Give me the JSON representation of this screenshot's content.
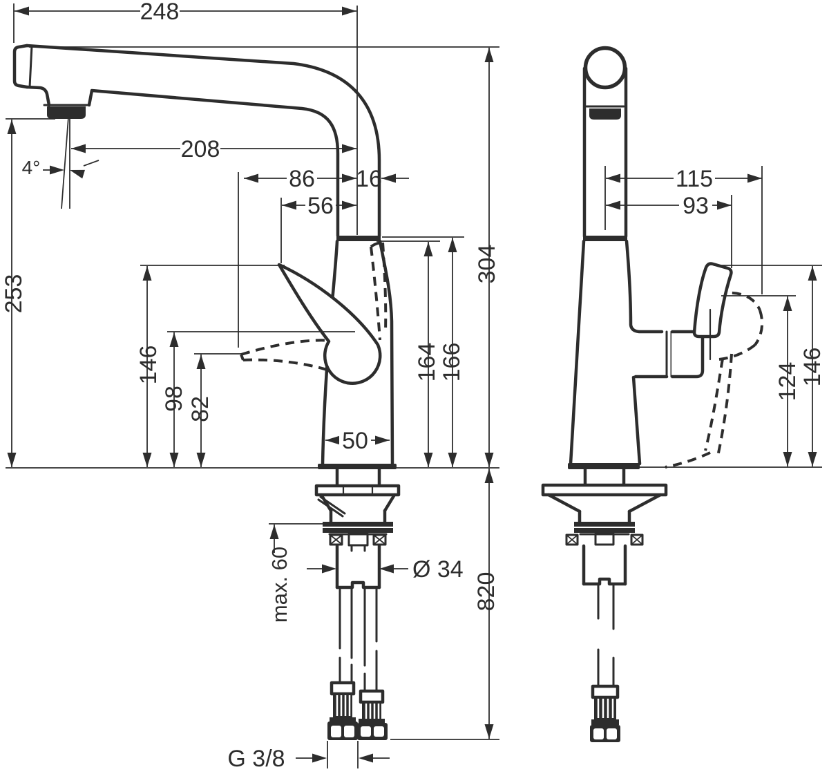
{
  "dims": {
    "d248": "248",
    "d208": "208",
    "dangle": "4°",
    "d86": "86",
    "d16": "16",
    "d56": "56",
    "d253": "253",
    "d146_left": "146",
    "d98": "98",
    "d82": "82",
    "d50": "50",
    "d164": "164",
    "d166": "166",
    "d304": "304",
    "dmax60": "max. 60",
    "d34": "Ø 34",
    "d820": "820",
    "dg38": "G 3/8",
    "d115": "115",
    "d93": "93",
    "d124": "124",
    "d146_right": "146"
  }
}
